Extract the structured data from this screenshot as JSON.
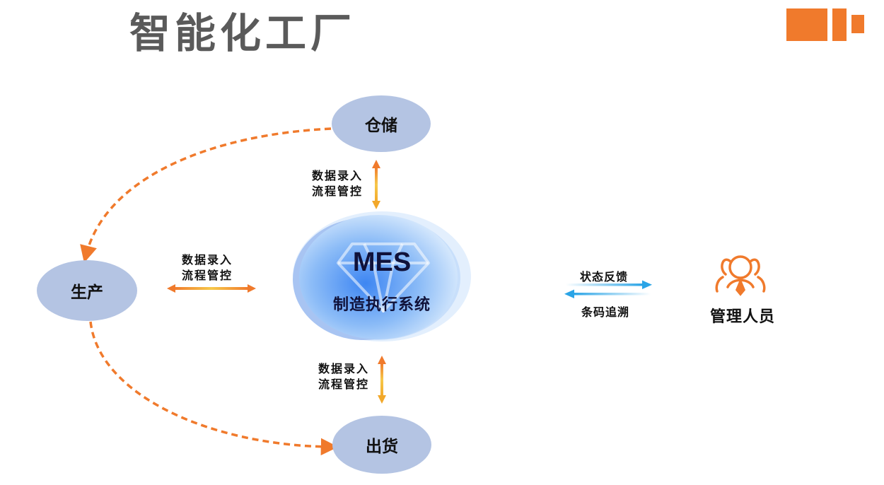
{
  "header": {
    "title": "智能化工厂"
  },
  "nodes": {
    "warehouse": "仓储",
    "production": "生产",
    "shipping": "出货",
    "mes_title": "MES",
    "mes_subtitle": "制造执行系统",
    "staff": "管理人员"
  },
  "connectors": {
    "top": {
      "line1": "数据录入",
      "line2": "流程管控"
    },
    "left": {
      "line1": "数据录入",
      "line2": "流程管控"
    },
    "bottom": {
      "line1": "数据录入",
      "line2": "流程管控"
    },
    "right": {
      "upper": "状态反馈",
      "lower": "条码追溯"
    }
  },
  "colors": {
    "accent_orange": "#f07a2c",
    "node_fill": "#b4c4e3",
    "arrow_gold": "#f2b22a",
    "arrow_blue": "#2aa4e6",
    "title_gray": "#5a5a5a"
  },
  "icons": {
    "logo": "brand-logo-blocks",
    "mes": "diamond-icon",
    "staff": "people-group-icon"
  }
}
